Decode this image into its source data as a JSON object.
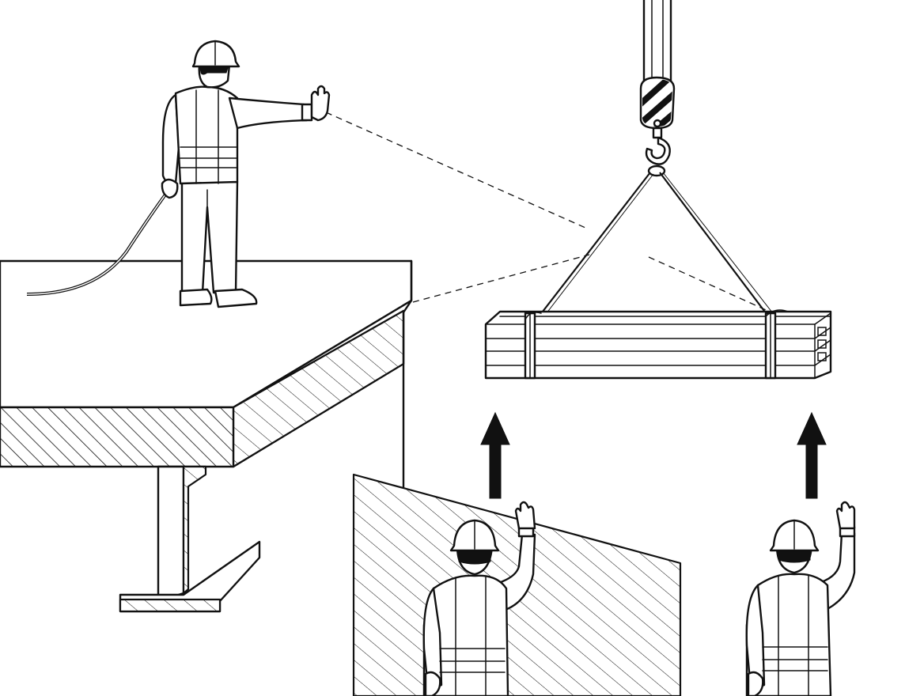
{
  "colors": {
    "ink": "#111111",
    "paper": "#ffffff"
  },
  "scene": {
    "signaler": {
      "gesture": "stop-hand-signal",
      "holding": "control-cable"
    },
    "crane": {
      "parts": [
        "crane-hook-block",
        "crane-hook",
        "two-leg-wire-sling"
      ]
    },
    "load": {
      "type": "bundle-of-steel-beams",
      "strapped": true
    },
    "ground_workers": [
      {
        "gesture": "raise-hand-signal",
        "arrow": "up"
      },
      {
        "gesture": "raise-hand-signal",
        "arrow": "up"
      }
    ]
  }
}
